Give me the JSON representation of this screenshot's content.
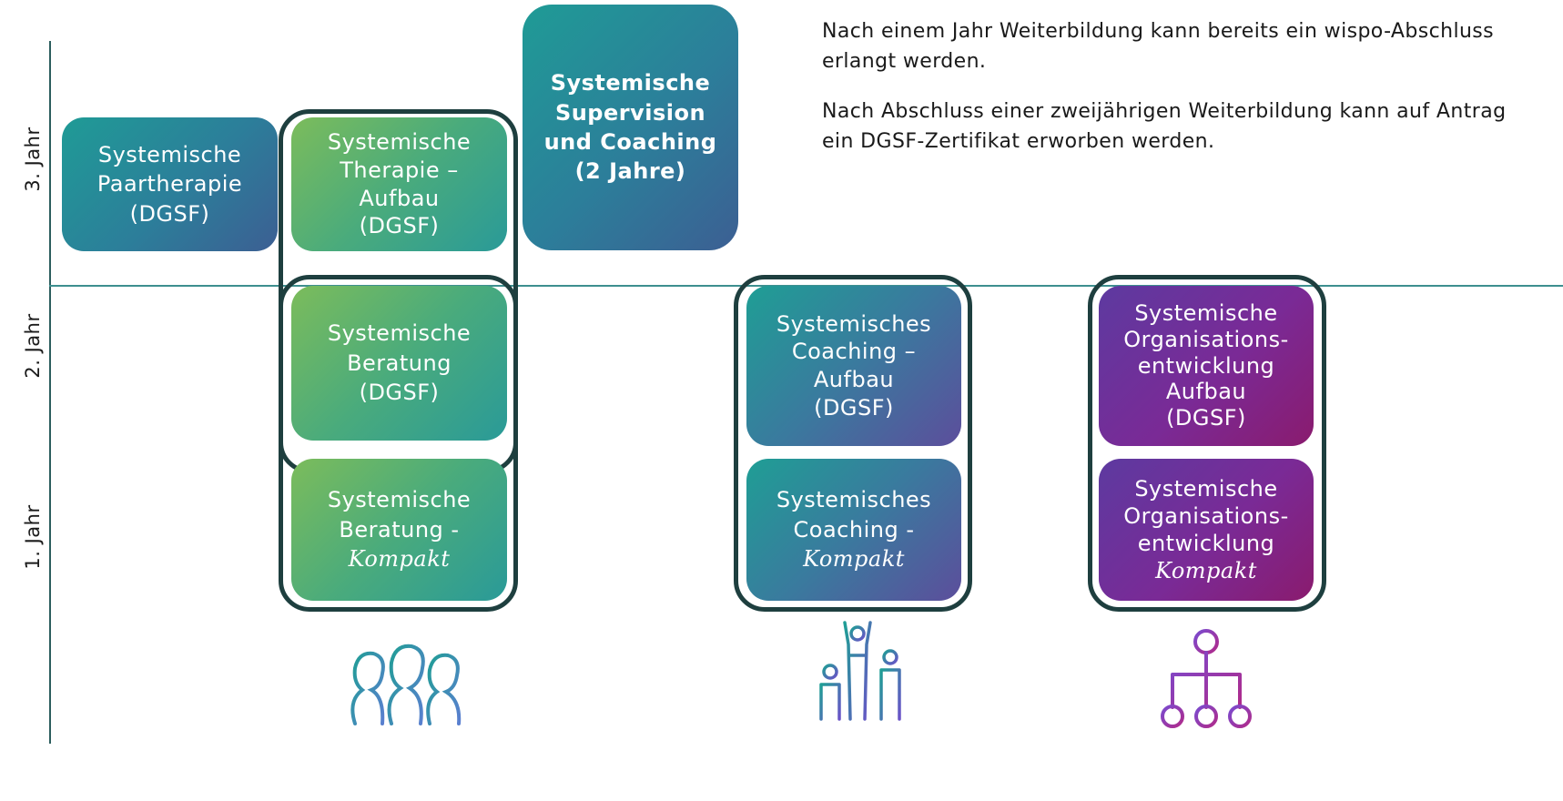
{
  "axis": {
    "year3": "3. Jahr",
    "year2": "2. Jahr",
    "year1": "1. Jahr"
  },
  "boxes": {
    "paartherapie": [
      "Systemische",
      "Paartherapie",
      "(DGSF)"
    ],
    "therapie_aufbau": [
      "Systemische",
      "Therapie –",
      "Aufbau",
      "(DGSF)"
    ],
    "supervision": [
      "Systemische",
      "Supervision",
      "und Coaching",
      "(2 Jahre)"
    ],
    "beratung": [
      "Systemische",
      "Beratung",
      "(DGSF)"
    ],
    "beratung_kompakt": [
      "Systemische",
      "Beratung -",
      "Kompakt"
    ],
    "coaching_aufbau": [
      "Systemisches",
      "Coaching –",
      "Aufbau",
      "(DGSF)"
    ],
    "coaching_kompakt": [
      "Systemisches",
      "Coaching -",
      "Kompakt"
    ],
    "oe_aufbau": [
      "Systemische",
      "Organisations-",
      "entwicklung",
      "Aufbau",
      "(DGSF)"
    ],
    "oe_kompakt": [
      "Systemische",
      "Organisations-",
      "entwicklung",
      "Kompakt"
    ]
  },
  "info": {
    "paragraph1": "Nach einem Jahr Weiterbildung kann bereits ein wispo-Abschluss erlangt werden.",
    "paragraph2": "Nach Abschluss einer zweijährigen Weiterbildung kann auf Antrag ein DGSF-Zertifikat erworben werden."
  },
  "icons": {
    "beratung": "people-group-icon",
    "coaching": "coaching-podium-icon",
    "organisation": "org-chart-icon"
  },
  "colors": {
    "frame": "#1e3f3f",
    "axis": "#3d8f8f",
    "teal": "#1f9b96",
    "green": "#7cbc5b",
    "purple": "#7a2a96"
  }
}
